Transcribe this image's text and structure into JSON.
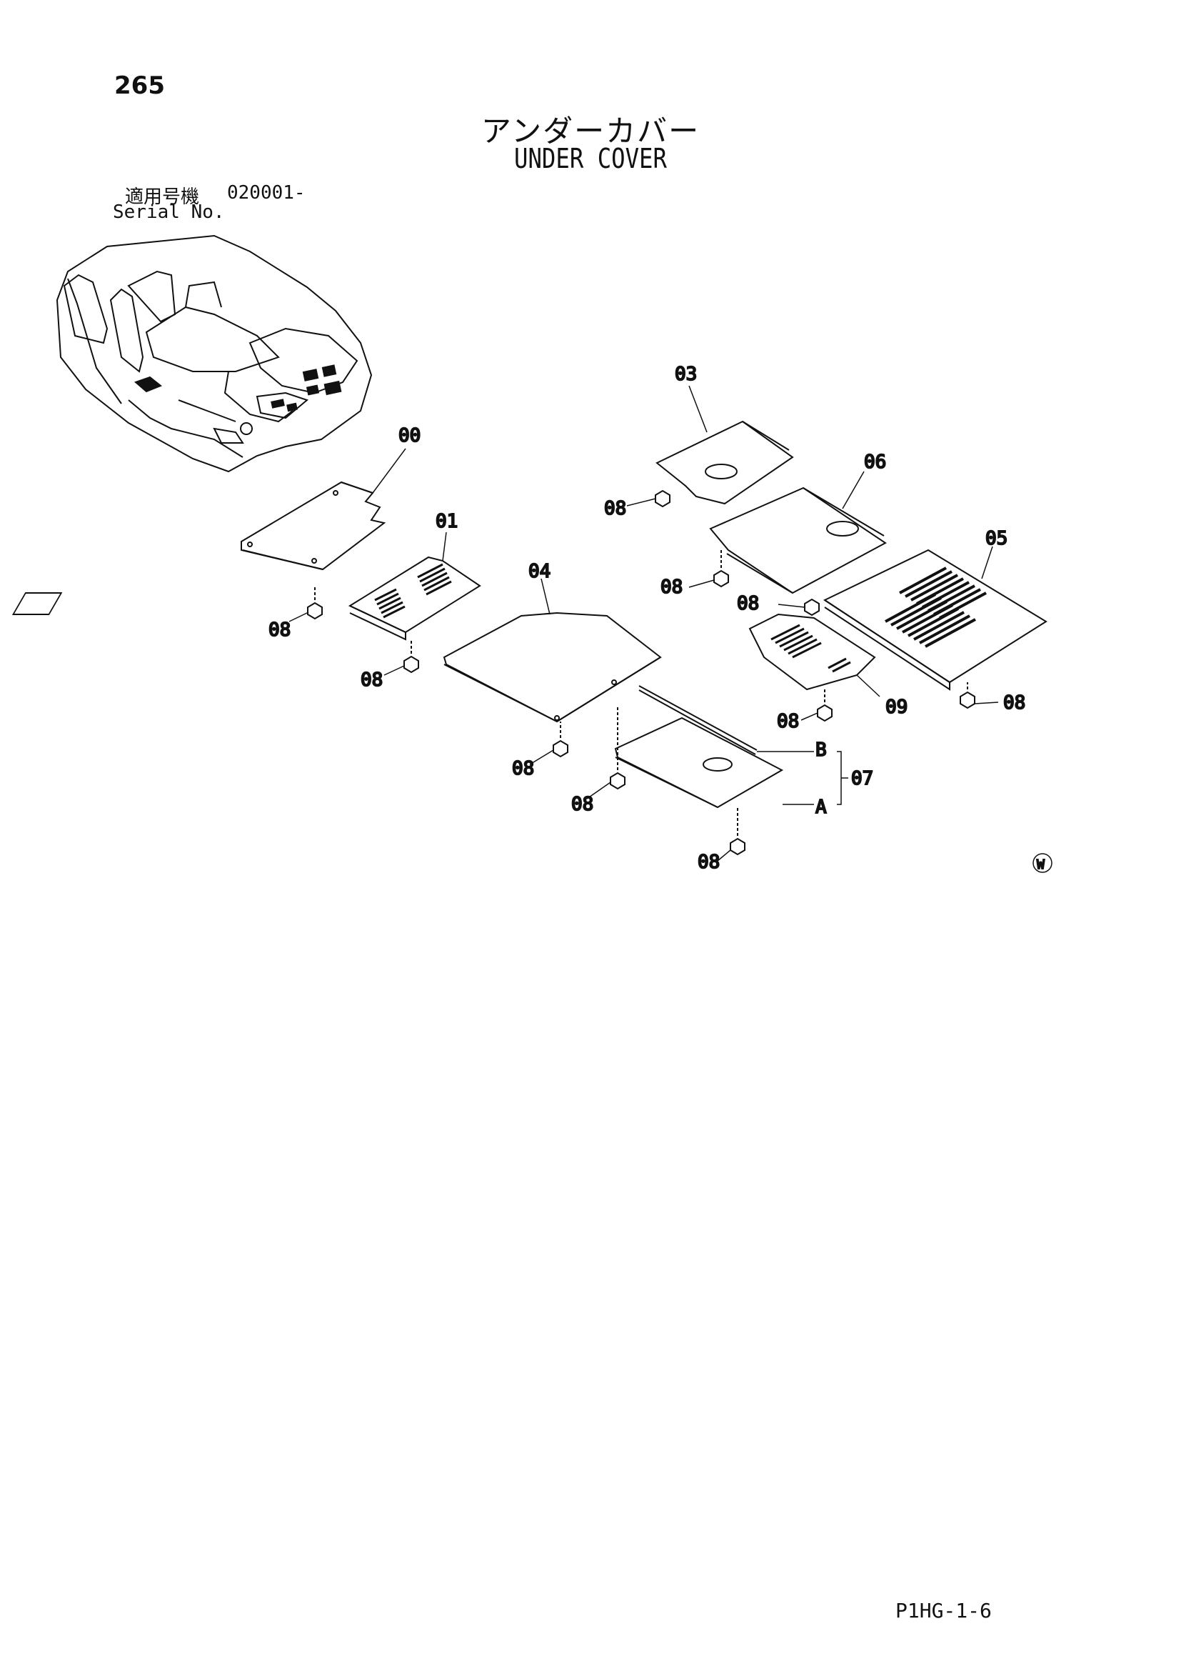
{
  "header": {
    "page_number": "265",
    "title_ja": "アンダーカバー",
    "title_en": "UNDER COVER"
  },
  "serial": {
    "label_ja": "適用号機",
    "value": "020001-",
    "label_en": "Serial No."
  },
  "callouts": {
    "c00": "00",
    "c01": "01",
    "c03": "03",
    "c04": "04",
    "c05": "05",
    "c06": "06",
    "c07": "07",
    "c08": "08",
    "c09": "09",
    "a": "A",
    "b": "B"
  },
  "watermark": "W",
  "footer": {
    "code": "P1HG-1-6"
  }
}
